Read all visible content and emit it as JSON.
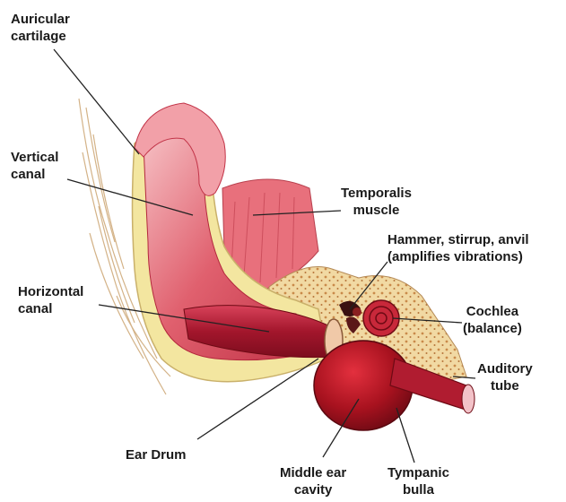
{
  "labels": {
    "auricular_cartilage": [
      "Auricular",
      "cartilage"
    ],
    "vertical_canal": [
      "Vertical",
      "canal"
    ],
    "temporalis_muscle": [
      "Temporalis",
      "muscle"
    ],
    "hammer_stirrup_anvil": [
      "Hammer, stirrup, anvil",
      "(amplifies vibrations)"
    ],
    "horizontal_canal": [
      "Horizontal",
      "canal"
    ],
    "cochlea": [
      "Cochlea",
      "(balance)"
    ],
    "auditory_tube": [
      "Auditory",
      "tube"
    ],
    "ear_drum": [
      "Ear Drum"
    ],
    "middle_ear_cavity": [
      "Middle ear",
      "cavity"
    ],
    "tympanic_bulla": [
      "Tympanic",
      "bulla"
    ]
  },
  "colors": {
    "flesh": "#d9475a",
    "flesh_light": "#f2a0a8",
    "canal_dark": "#9e1228",
    "cartilage": "#f3e6a0",
    "bone": "#f1d9a3",
    "bone_dots": "#c98a4a",
    "muscle": "#e8707c",
    "fur": "#c9a06a",
    "leader": "#222222"
  }
}
